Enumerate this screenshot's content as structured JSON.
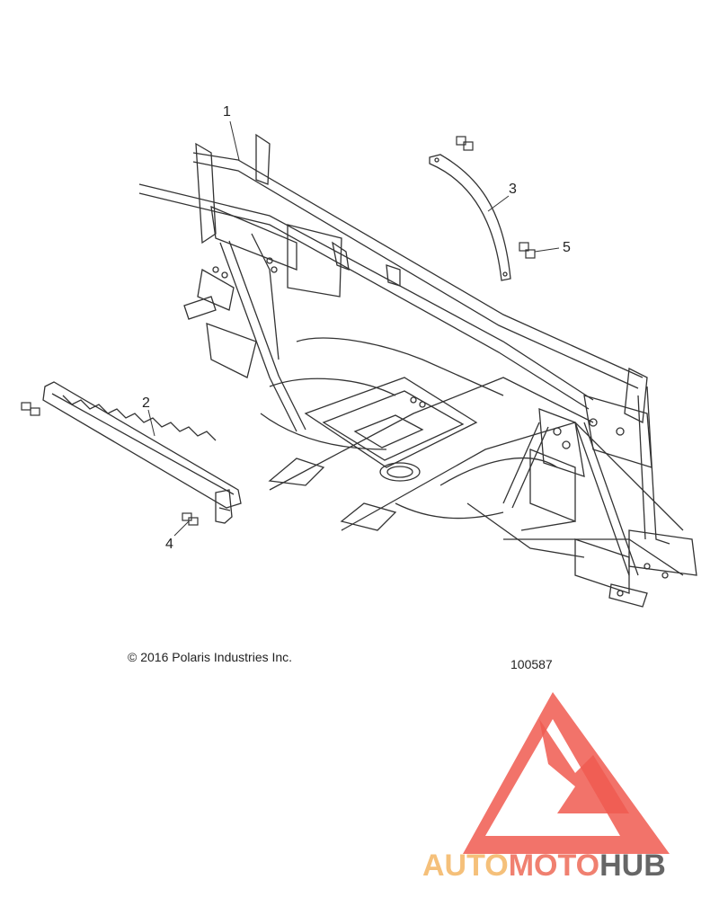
{
  "callouts": {
    "c1": "1",
    "c2": "2",
    "c3": "3",
    "c4": "4",
    "c5": "5"
  },
  "copyright": "© 2016 Polaris Industries Inc.",
  "diagram_number": "100587",
  "watermark": {
    "part1": "AUTO",
    "part2": "MOTO",
    "part3": "HUB",
    "color_light": "#f5c07a",
    "color_mid": "#f08070",
    "color_dark": "#666666",
    "logo_color": "#f05a50"
  },
  "colors": {
    "line": "#333333",
    "fill": "#ffffff"
  }
}
